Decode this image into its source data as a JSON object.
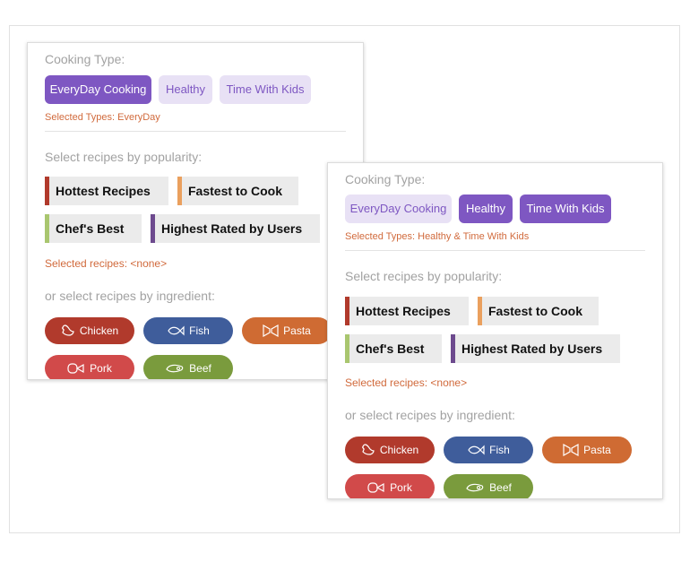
{
  "colors": {
    "accent": "#7e57c2",
    "chip_off_bg": "#e8e1f5",
    "selected_text": "#d16a3c",
    "bar_hottest": "#b13a2c",
    "bar_fastest": "#eaa05e",
    "bar_chefs": "#a9c66f",
    "bar_highest": "#6d4a8e",
    "chicken": "#b13a2c",
    "fish": "#3f5d9b",
    "pasta": "#cf6b33",
    "pork": "#d14a4a",
    "beef": "#7a9b3d"
  },
  "panel1": {
    "cooking_type_label": "Cooking Type:",
    "types": [
      {
        "label": "EveryDay Cooking",
        "selected": true
      },
      {
        "label": "Healthy",
        "selected": false
      },
      {
        "label": "Time With Kids",
        "selected": false
      }
    ],
    "selected_types": "Selected Types: EveryDay",
    "popularity_label": "Select recipes by popularity:",
    "popularity": [
      "Hottest Recipes",
      "Fastest to Cook",
      "Chef's Best",
      "Highest Rated by Users"
    ],
    "selected_recipes": "Selected recipes: <none>",
    "ingredient_label": "or select recipes by ingredient:",
    "ingredients": [
      {
        "label": "Chicken",
        "icon": "chicken-icon"
      },
      {
        "label": "Fish",
        "icon": "fish-icon"
      },
      {
        "label": "Pasta",
        "icon": "pasta-icon"
      },
      {
        "label": "Pork",
        "icon": "pork-icon"
      },
      {
        "label": "Beef",
        "icon": "beef-icon"
      }
    ]
  },
  "panel2": {
    "cooking_type_label": "Cooking Type:",
    "types": [
      {
        "label": "EveryDay Cooking",
        "selected": false
      },
      {
        "label": "Healthy",
        "selected": true
      },
      {
        "label": "Time With Kids",
        "selected": true
      }
    ],
    "selected_types": "Selected Types: Healthy & Time With Kids",
    "popularity_label": "Select recipes by popularity:",
    "popularity": [
      "Hottest Recipes",
      "Fastest to Cook",
      "Chef's Best",
      "Highest Rated by Users"
    ],
    "selected_recipes": "Selected recipes: <none>",
    "ingredient_label": "or select recipes by ingredient:",
    "ingredients": [
      {
        "label": "Chicken",
        "icon": "chicken-icon"
      },
      {
        "label": "Fish",
        "icon": "fish-icon"
      },
      {
        "label": "Pasta",
        "icon": "pasta-icon"
      },
      {
        "label": "Pork",
        "icon": "pork-icon"
      },
      {
        "label": "Beef",
        "icon": "beef-icon"
      }
    ]
  }
}
